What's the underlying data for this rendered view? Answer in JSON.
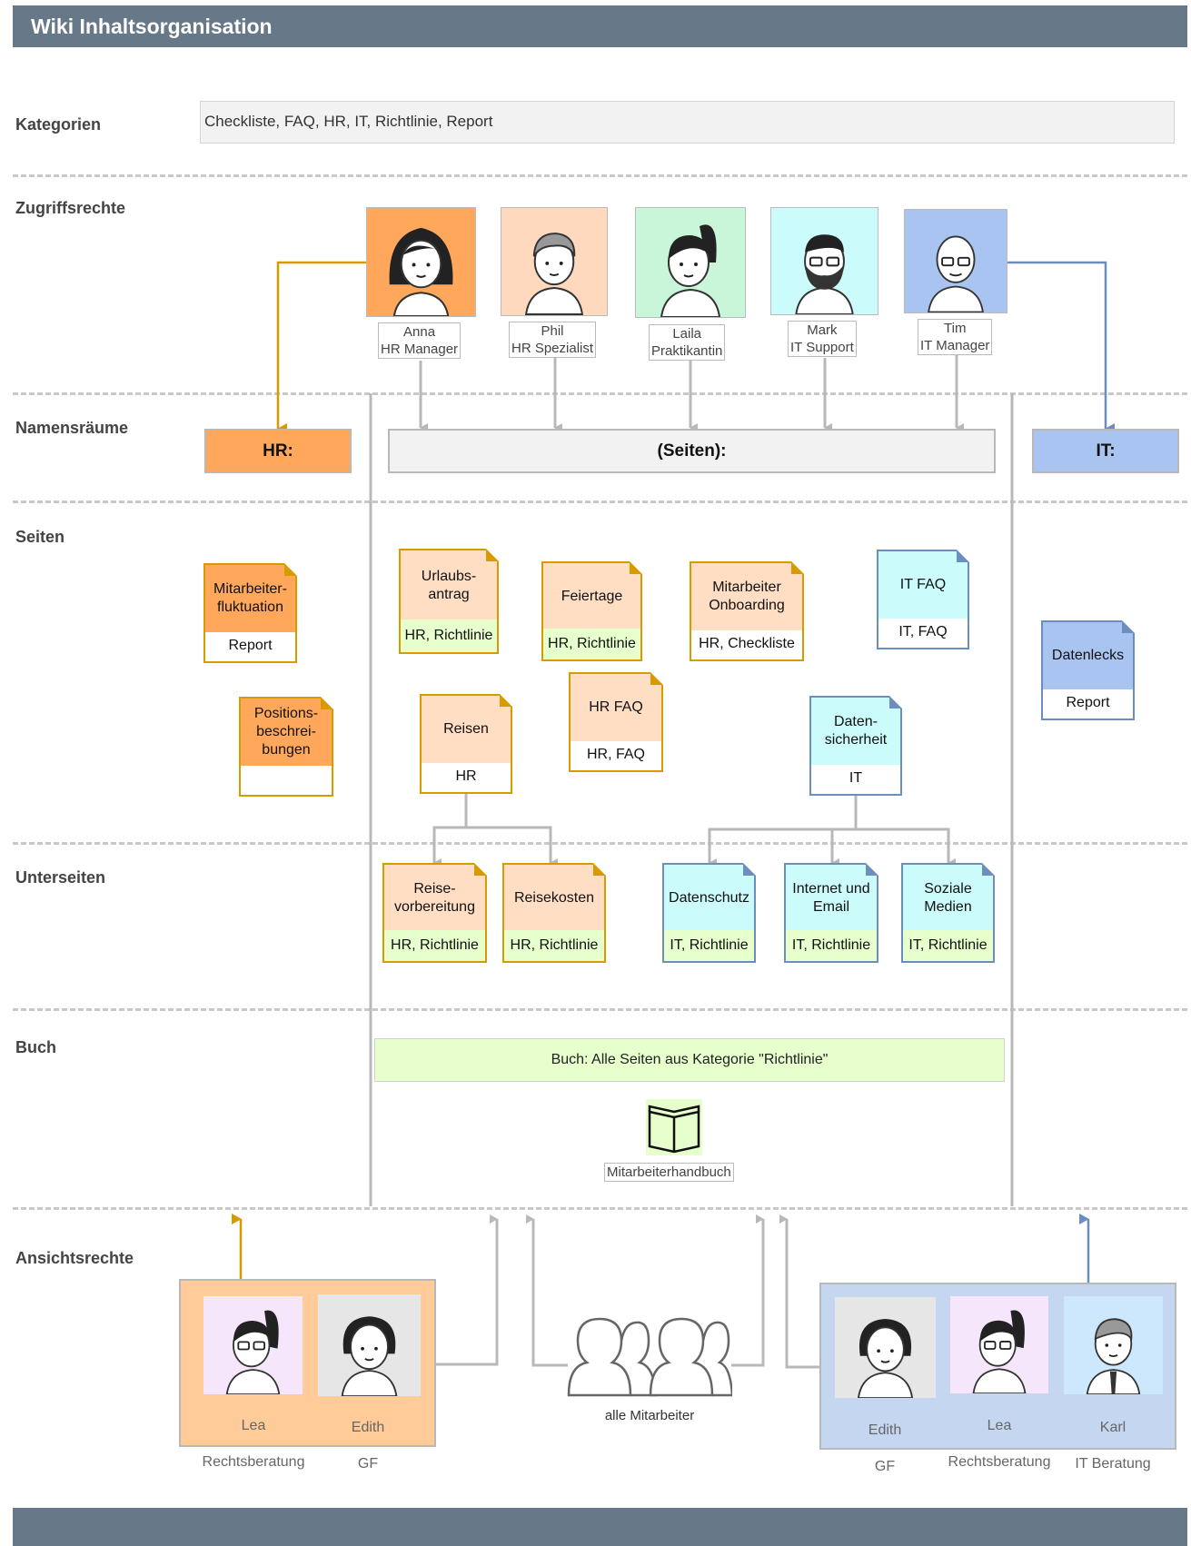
{
  "title": "Wiki Inhaltsorganisation",
  "rows": {
    "kategorien": "Kategorien",
    "zugriffsrechte": "Zugriffsrechte",
    "namensraeume": "Namensräume",
    "seiten": "Seiten",
    "unterseiten": "Unterseiten",
    "buch": "Buch",
    "ansichtsrechte": "Ansichtsrechte"
  },
  "categories_text": "Checkliste, FAQ, HR, IT, Richtlinie, Report",
  "editors": [
    {
      "name": "Anna",
      "role": "HR Manager",
      "bg": "#ffa85c",
      "hair": "long"
    },
    {
      "name": "Phil",
      "role": "HR Spezialist",
      "bg": "#ffd9bd",
      "hair": "short-grey"
    },
    {
      "name": "Laila",
      "role": "Praktikantin",
      "bg": "#c9f5d8",
      "hair": "ponytail"
    },
    {
      "name": "Mark",
      "role": "IT Support",
      "bg": "#cbfbfb",
      "hair": "beard"
    },
    {
      "name": "Tim",
      "role": "IT Manager",
      "bg": "#a9c4f0",
      "hair": "bald"
    }
  ],
  "namespaces": {
    "hr": "HR:",
    "seiten": "(Seiten):",
    "it": "IT:"
  },
  "pages": {
    "fluktuation": {
      "title": "Mitarbeiter-\nfluktuation",
      "tags": "Report"
    },
    "positions": {
      "title": "Positions-\nbeschrei-\nbungen",
      "tags": ""
    },
    "urlaub": {
      "title": "Urlaubs-\nantrag",
      "tags": "HR, Richtlinie"
    },
    "feiertage": {
      "title": "Feiertage",
      "tags": "HR, Richtlinie"
    },
    "onboarding": {
      "title": "Mitarbeiter\nOnboarding",
      "tags": "HR, Checkliste"
    },
    "itfaq": {
      "title": "IT FAQ",
      "tags": "IT, FAQ"
    },
    "datenlecks": {
      "title": "Datenlecks",
      "tags": "Report"
    },
    "reisen": {
      "title": "Reisen",
      "tags": "HR"
    },
    "hrfaq": {
      "title": "HR FAQ",
      "tags": "HR, FAQ"
    },
    "datensicherheit": {
      "title": "Daten-\nsicherheit",
      "tags": "IT"
    }
  },
  "subpages": {
    "reisevorbereitung": {
      "title": "Reise-\nvorbereitung",
      "tags": "HR, Richtlinie"
    },
    "reisekosten": {
      "title": "Reisekosten",
      "tags": "HR, Richtlinie"
    },
    "datenschutz": {
      "title": "Datenschutz",
      "tags": "IT, Richtlinie"
    },
    "internet": {
      "title": "Internet und\nEmail",
      "tags": "IT, Richtlinie"
    },
    "soziale": {
      "title": "Soziale\nMedien",
      "tags": "IT, Richtlinie"
    }
  },
  "book": {
    "banner": "Buch: Alle Seiten aus Kategorie \"Richtlinie\"",
    "name": "Mitarbeiterhandbuch"
  },
  "viewers_hr": [
    {
      "name": "Lea",
      "role": "Rechtsberatung"
    },
    {
      "name": "Edith",
      "role": "GF"
    }
  ],
  "all_staff": "alle Mitarbeiter",
  "viewers_it": [
    {
      "name": "Edith",
      "role": "GF"
    },
    {
      "name": "Lea",
      "role": "Rechtsberatung"
    },
    {
      "name": "Karl",
      "role": "IT Beratung"
    }
  ],
  "colors": {
    "header": "#677889",
    "hr_arrow": "#d79b00",
    "it_arrow": "#6c8ebf",
    "hr_fill": "#ffa85c",
    "hr_light": "#ffdec4",
    "hr_border": "#d79b00",
    "it_fill": "#cbfbfb",
    "it_border": "#6c8ebf",
    "it_ns": "#a9c4f0",
    "tag_green": "#e6ffcc",
    "grey_line": "#b8b8b8"
  }
}
